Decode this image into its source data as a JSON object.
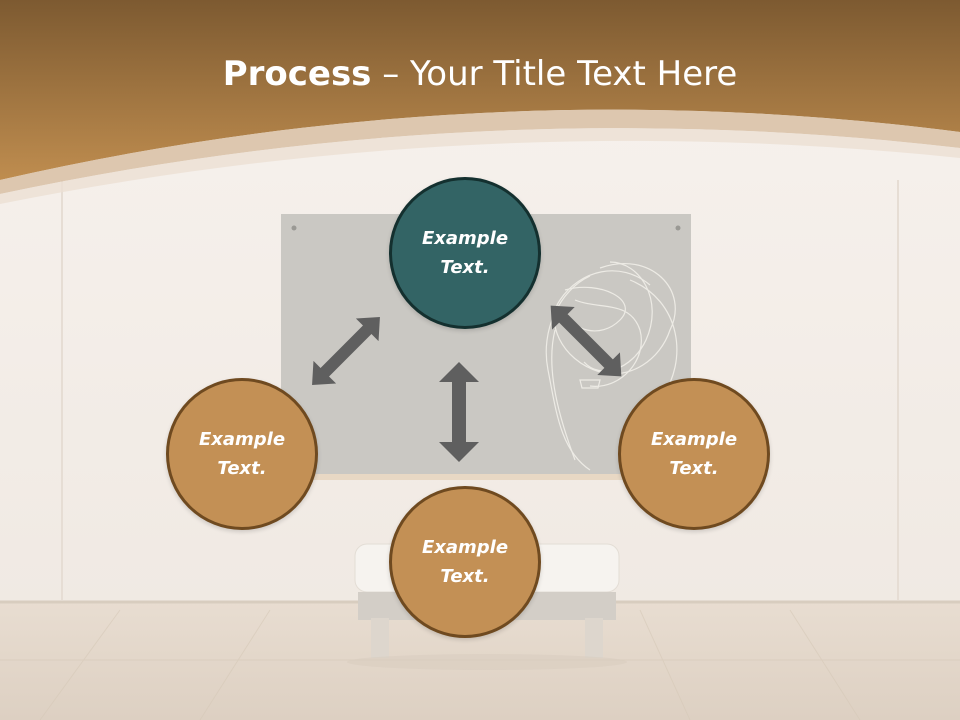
{
  "slide": {
    "title_bold": "Process",
    "title_rest": " – Your Title Text Here"
  },
  "nodes": {
    "top": "Example Text.",
    "left": "Example Text.",
    "right": "Example Text.",
    "bottom": "Example Text."
  },
  "colors": {
    "header_brown": "#b88a4f",
    "node_teal": "#336465",
    "node_tan": "#c39055",
    "arrow_gray": "#5f5f5f"
  }
}
